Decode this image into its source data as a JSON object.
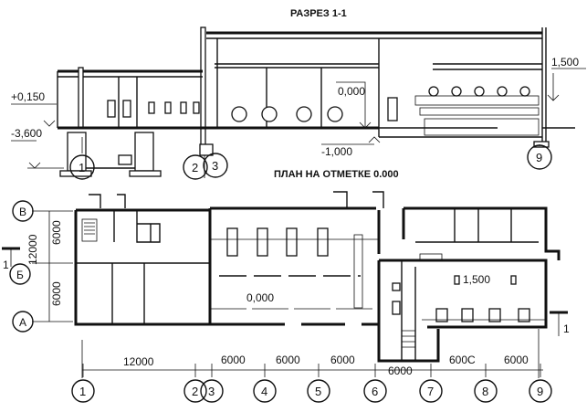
{
  "section": {
    "title": "РАЗРЕЗ 1-1",
    "elevations": [
      "+0,150",
      "-3,600",
      "0,000",
      "-1,000",
      "1,500"
    ],
    "axes": [
      "1",
      "2",
      "3",
      "9"
    ]
  },
  "plan": {
    "title": "ПЛАН НА ОТМЕТКЕ 0.000",
    "row_axes": [
      "В",
      "Б",
      "А"
    ],
    "row_dimensions": [
      "12000",
      "6000",
      "6000"
    ],
    "column_axes": [
      "1",
      "2",
      "3",
      "4",
      "5",
      "6",
      "7",
      "8",
      "9"
    ],
    "column_dimensions": [
      "12000",
      "6000",
      "6000",
      "6000",
      "6000",
      "600C",
      "6000"
    ],
    "floor_levels": [
      "0,000",
      "1,500"
    ],
    "section_marks": [
      "1",
      "1"
    ]
  }
}
